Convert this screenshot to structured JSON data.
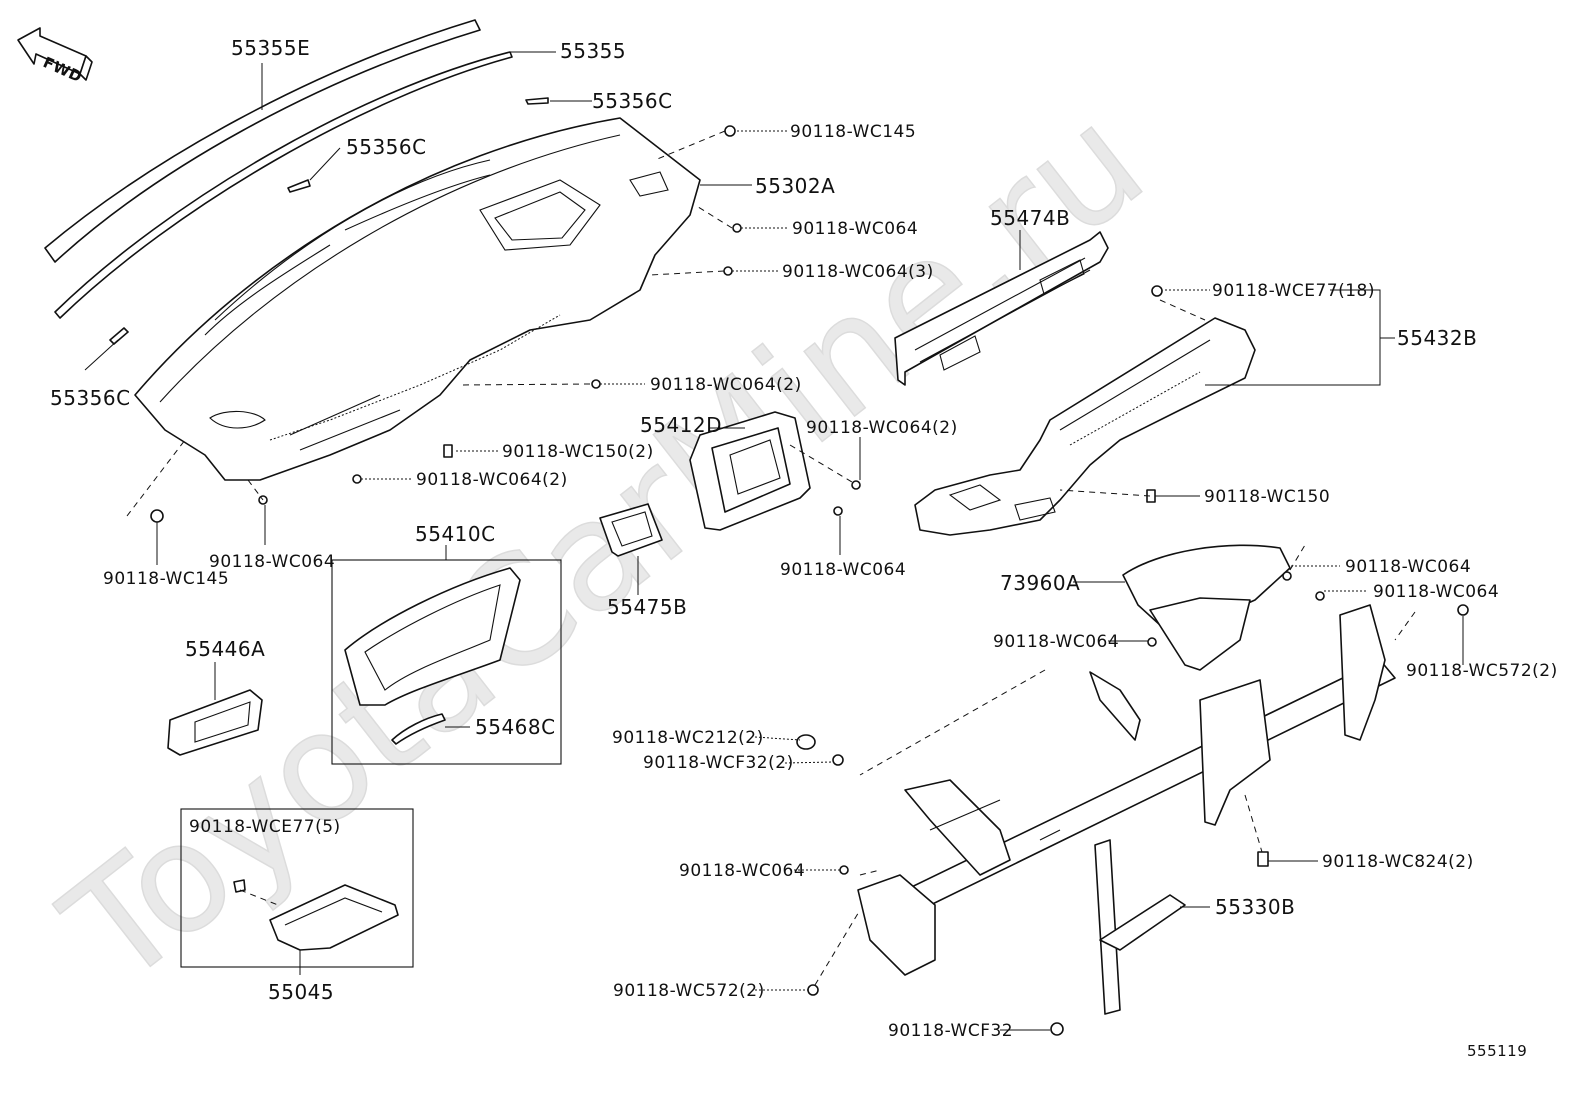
{
  "watermark": "ToyotaCarMine.ru",
  "fwd_label": "FWD",
  "diagram_code": "555119",
  "parts": {
    "p55355E": "55355E",
    "p55355": "55355",
    "p55356C_a": "55356C",
    "p55356C_b": "55356C",
    "p55356C_c": "55356C",
    "p55302A": "55302A",
    "p55474B": "55474B",
    "p55432B": "55432B",
    "p55412D": "55412D",
    "p55410C": "55410C",
    "p55475B": "55475B",
    "p55446A": "55446A",
    "p55468C": "55468C",
    "p55045": "55045",
    "p73960A": "73960A",
    "p55330B": "55330B"
  },
  "fasteners": {
    "f_wc145_top": "90118-WC145",
    "f_wc064_a": "90118-WC064",
    "f_wc064_3": "90118-WC064(3)",
    "f_wce77_18": "90118-WCE77(18)",
    "f_wc064_2_a": "90118-WC064(2)",
    "f_wc150_2": "90118-WC150(2)",
    "f_wc064_2_b": "90118-WC064(2)",
    "f_wc064_2_c": "90118-WC064(2)",
    "f_wc150": "90118-WC150",
    "f_wc145_bottom": "90118-WC145",
    "f_wc064_b": "90118-WC064",
    "f_wc064_c": "90118-WC064",
    "f_wc064_d": "90118-WC064",
    "f_wc064_e": "90118-WC064",
    "f_wc064_f": "90118-WC064",
    "f_wc572_right": "90118-WC572(2)",
    "f_wc212_2": "90118-WC212(2)",
    "f_wcf32_2": "90118-WCF32(2)",
    "f_wc064_g": "90118-WC064",
    "f_wc824_2": "90118-WC824(2)",
    "f_wc572_left": "90118-WC572(2)",
    "f_wcf32": "90118-WCF32",
    "f_wce77_5": "90118-WCE77(5)"
  }
}
